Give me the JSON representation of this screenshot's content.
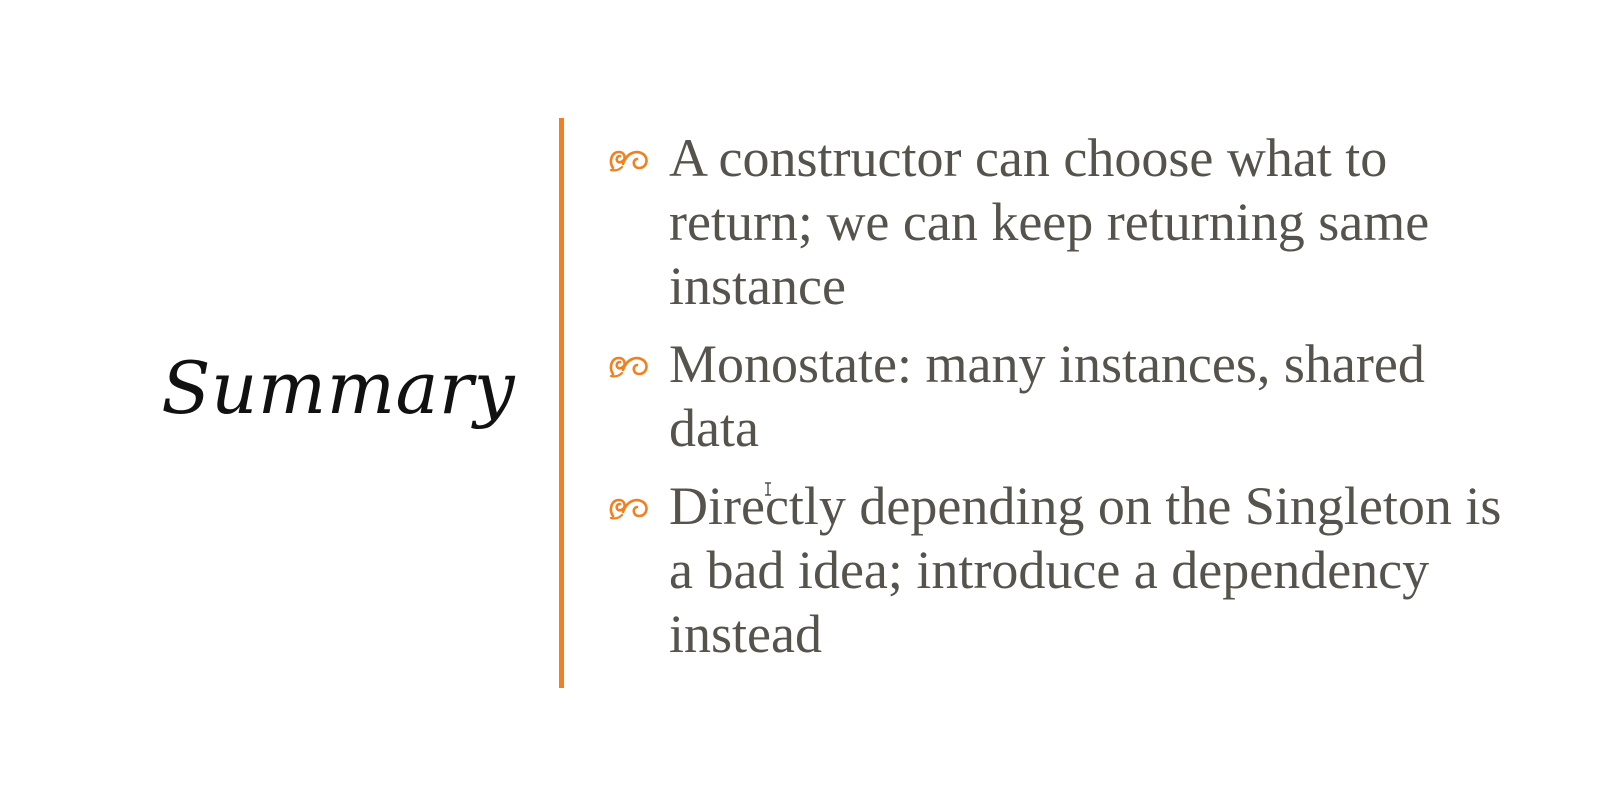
{
  "slide": {
    "title": "Summary",
    "accent_color": "#f08020",
    "text_color": "#56534c",
    "bullet_icon": "swirl-icon",
    "bullets": [
      {
        "text": "A constructor can choose what to return; we can keep returning same instance"
      },
      {
        "text": "Monostate: many instances, shared data"
      },
      {
        "text": "Directly depending on the Singleton is a bad idea; introduce a dependency instead"
      }
    ]
  }
}
